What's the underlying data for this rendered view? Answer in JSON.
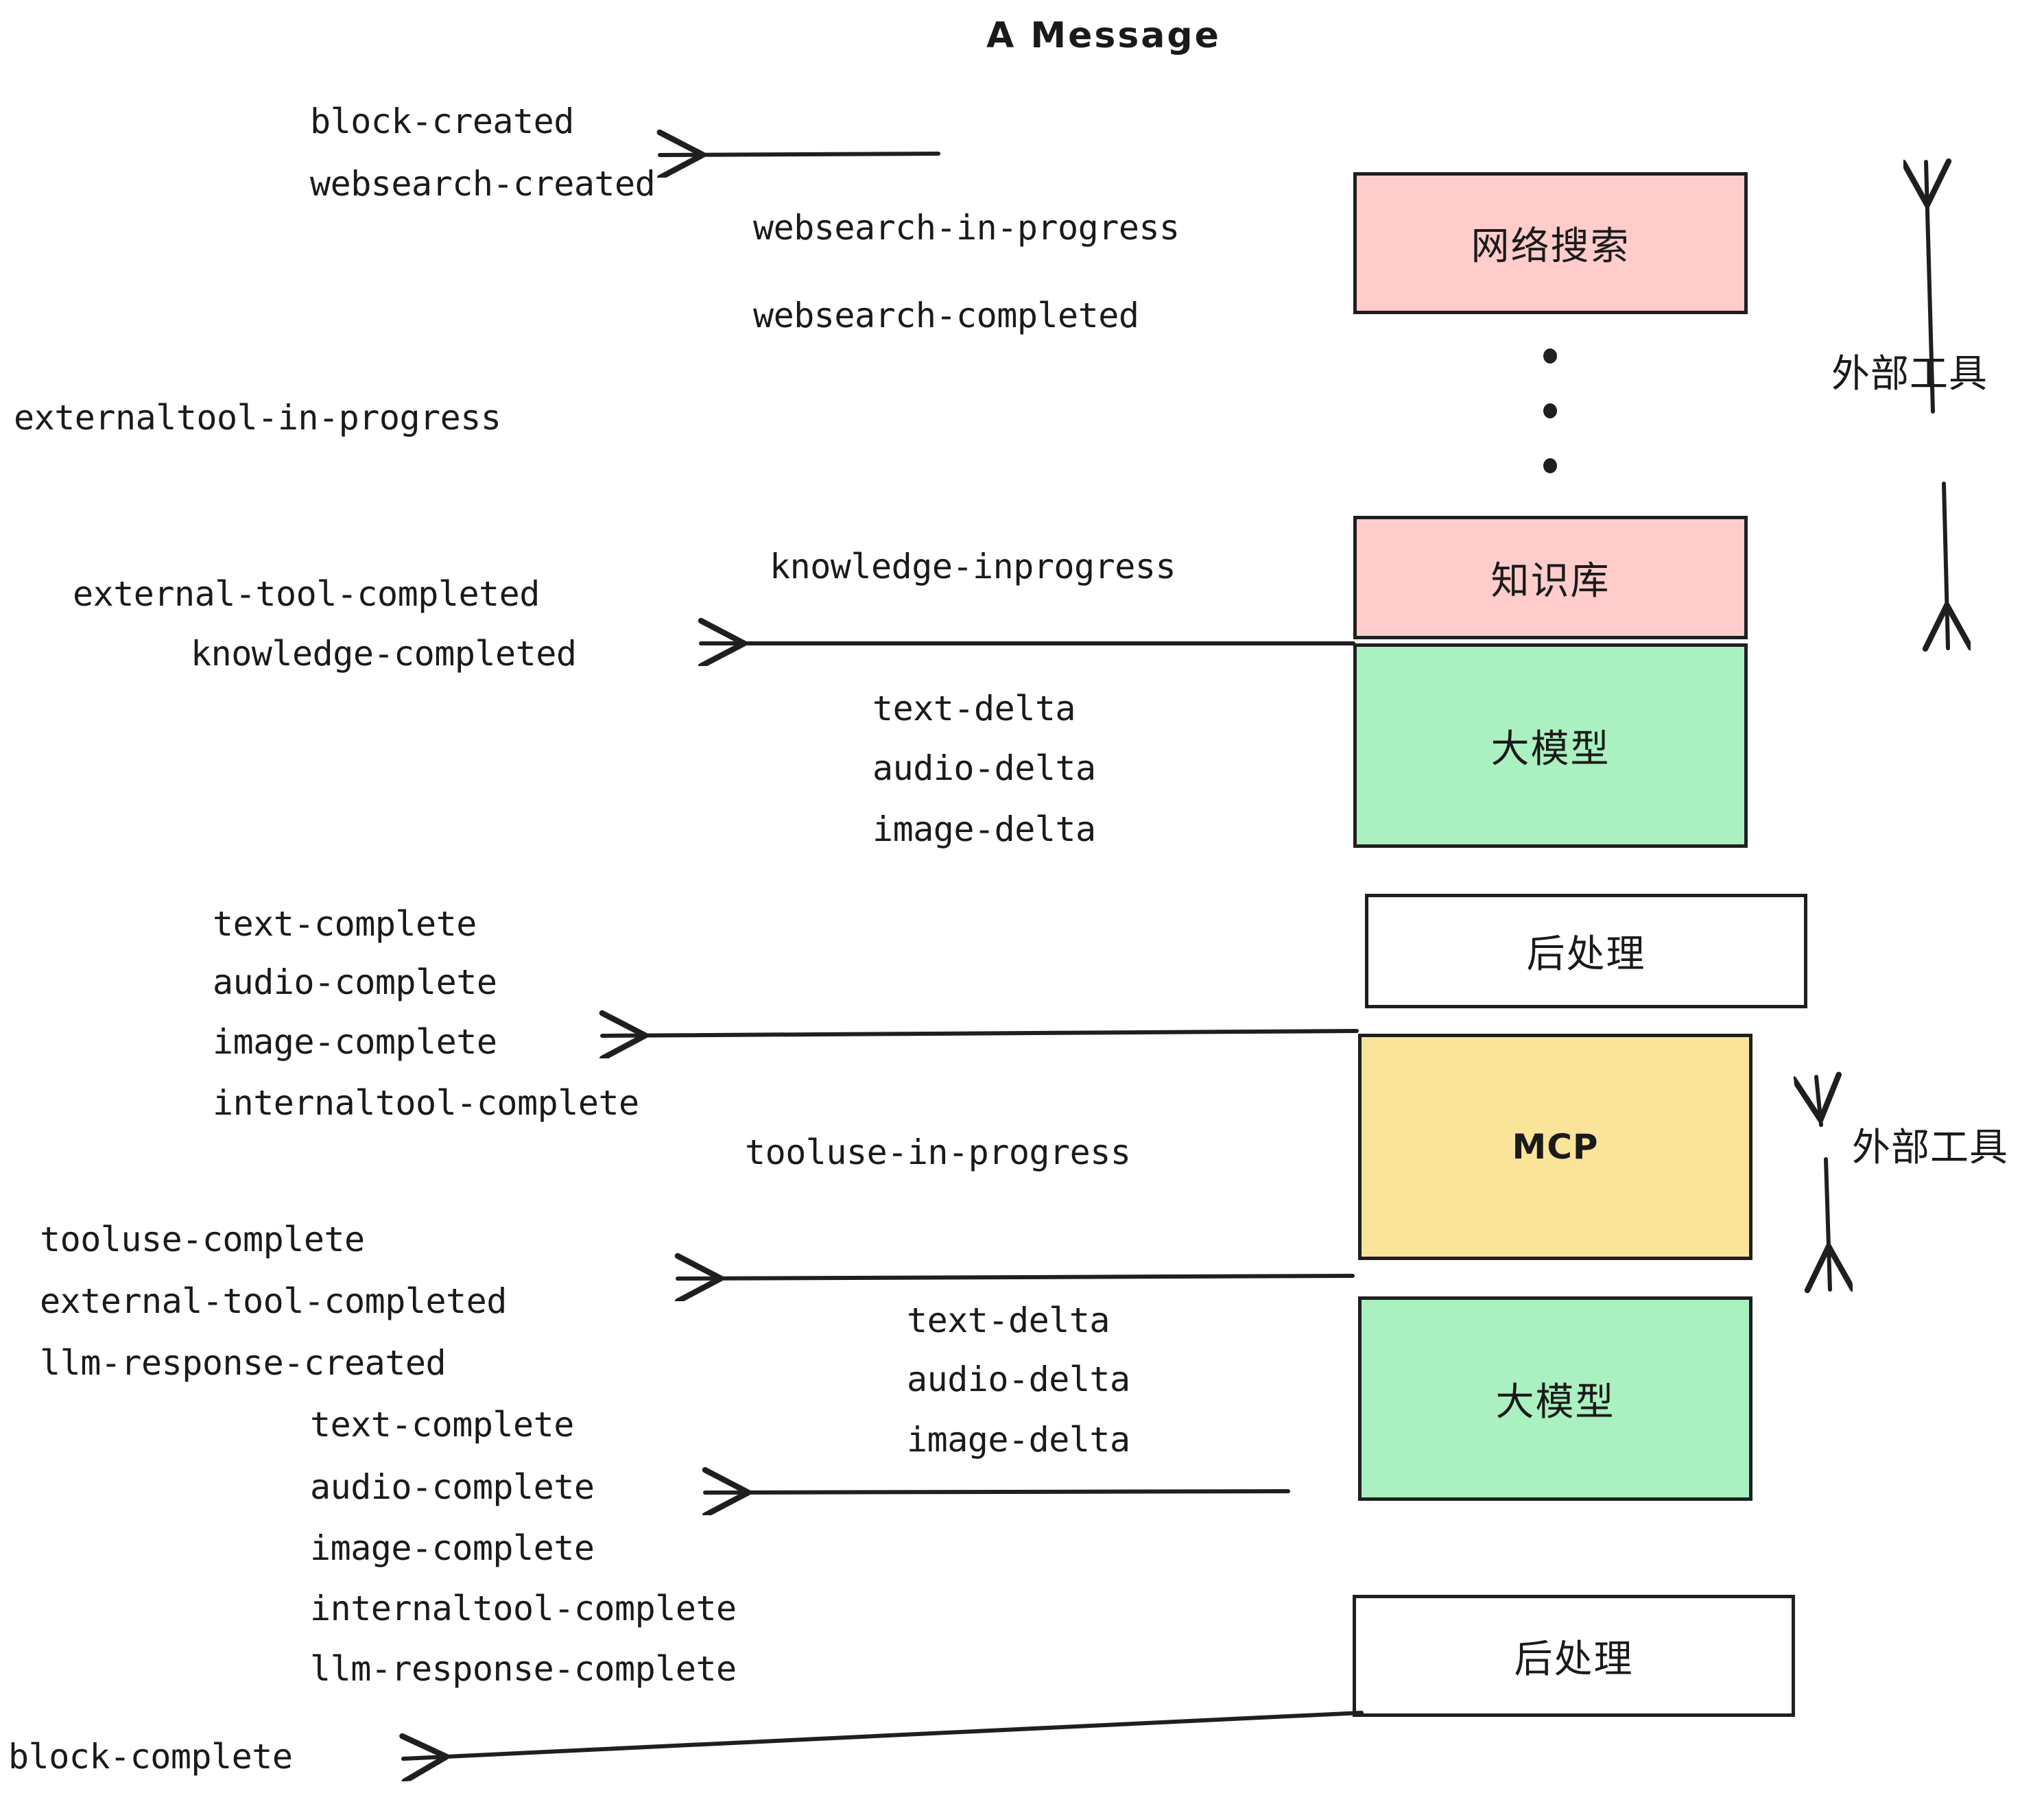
{
  "title": "A Message",
  "colors": {
    "external_tool_box": "#ffcccc",
    "llm_box": "#aaf0c0",
    "mcp_box": "#fae49a",
    "post_process_box": "#ffffff",
    "stroke": "#1f1f1f",
    "text": "#1a1a1a",
    "background": "#ffffff"
  },
  "boxes": [
    {
      "id": "websearch",
      "label": "网络搜索",
      "fill": "#ffcccc",
      "latin": false
    },
    {
      "id": "knowledge",
      "label": "知识库",
      "fill": "#ffcccc",
      "latin": false
    },
    {
      "id": "llm-1",
      "label": "大模型",
      "fill": "#aaf0c0",
      "latin": false
    },
    {
      "id": "postprocess-1",
      "label": "后处理",
      "fill": "#ffffff",
      "latin": false
    },
    {
      "id": "mcp",
      "label": "MCP",
      "fill": "#fae49a",
      "latin": true
    },
    {
      "id": "llm-2",
      "label": "大模型",
      "fill": "#aaf0c0",
      "latin": false
    },
    {
      "id": "postprocess-2",
      "label": "后处理",
      "fill": "#ffffff",
      "latin": false
    }
  ],
  "side_labels": [
    {
      "id": "external-tool-top",
      "text": "外部工具"
    },
    {
      "id": "external-tool-bottom",
      "text": "外部工具"
    }
  ],
  "events": [
    {
      "id": "block-created",
      "text": "block-created"
    },
    {
      "id": "websearch-created",
      "text": "websearch-created"
    },
    {
      "id": "websearch-in-progress",
      "text": "websearch-in-progress"
    },
    {
      "id": "websearch-completed",
      "text": "websearch-completed"
    },
    {
      "id": "externaltool-in-progress",
      "text": "externaltool-in-progress"
    },
    {
      "id": "knowledge-inprogress",
      "text": "knowledge-inprogress"
    },
    {
      "id": "external-tool-completed-1",
      "text": "external-tool-completed"
    },
    {
      "id": "knowledge-completed",
      "text": "knowledge-completed"
    },
    {
      "id": "text-delta-1",
      "text": "text-delta"
    },
    {
      "id": "audio-delta-1",
      "text": "audio-delta"
    },
    {
      "id": "image-delta-1",
      "text": "image-delta"
    },
    {
      "id": "text-complete-1",
      "text": "text-complete"
    },
    {
      "id": "audio-complete-1",
      "text": "audio-complete"
    },
    {
      "id": "image-complete-1",
      "text": "image-complete"
    },
    {
      "id": "internaltool-complete-1",
      "text": "internaltool-complete"
    },
    {
      "id": "tooluse-in-progress",
      "text": "tooluse-in-progress"
    },
    {
      "id": "tooluse-complete",
      "text": "tooluse-complete"
    },
    {
      "id": "external-tool-completed-2",
      "text": "external-tool-completed"
    },
    {
      "id": "llm-response-created",
      "text": "llm-response-created"
    },
    {
      "id": "text-delta-2",
      "text": "text-delta"
    },
    {
      "id": "audio-delta-2",
      "text": "audio-delta"
    },
    {
      "id": "image-delta-2",
      "text": "image-delta"
    },
    {
      "id": "text-complete-2",
      "text": "text-complete"
    },
    {
      "id": "audio-complete-2",
      "text": "audio-complete"
    },
    {
      "id": "image-complete-2",
      "text": "image-complete"
    },
    {
      "id": "internaltool-complete-2",
      "text": "internaltool-complete"
    },
    {
      "id": "llm-response-complete",
      "text": "llm-response-complete"
    },
    {
      "id": "block-complete",
      "text": "block-complete"
    }
  ]
}
